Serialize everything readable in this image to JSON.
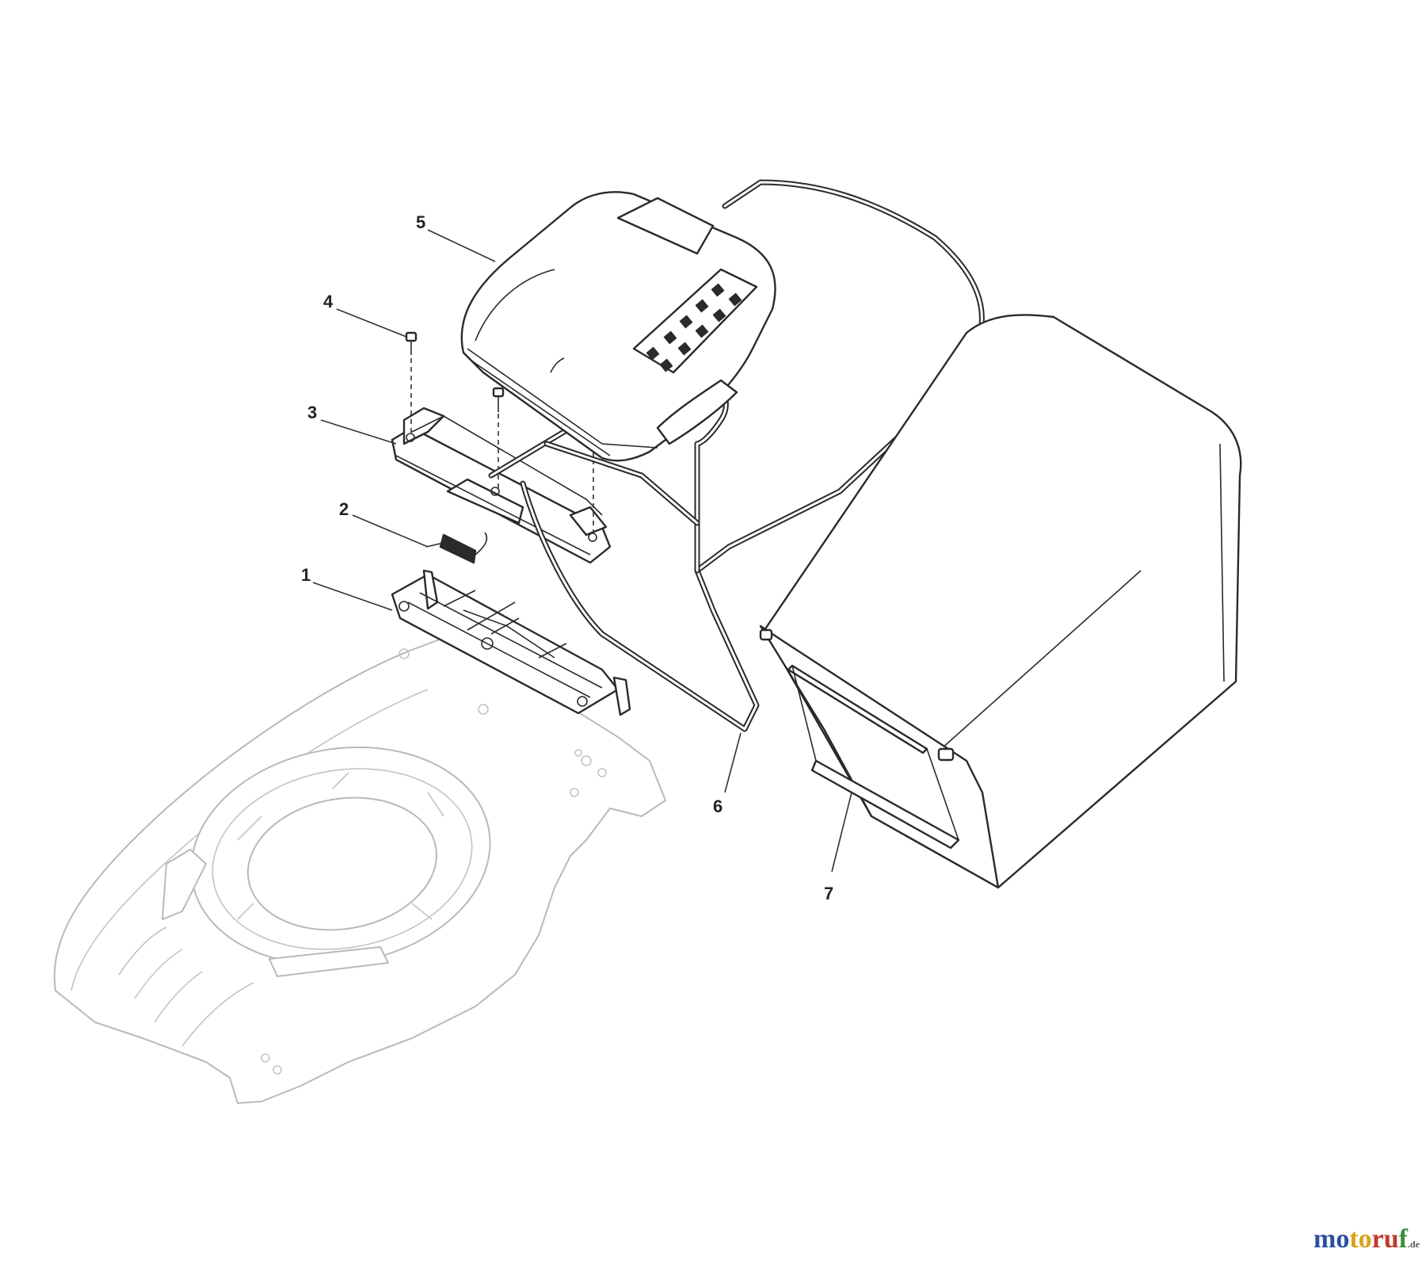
{
  "callouts": {
    "c1": "1",
    "c2": "2",
    "c3": "3",
    "c4": "4",
    "c5": "5",
    "c6": "6",
    "c7": "7"
  },
  "watermark": {
    "part1": "mo",
    "part2": "to",
    "part3": "ru",
    "part4": "f",
    "tld": ".de"
  },
  "colors": {
    "line": "#2a2a2a",
    "deck_line": "#b9b9b9",
    "watermark_blue": "#2c4f9e",
    "watermark_yellow": "#d9a21b",
    "watermark_red": "#c0392b",
    "watermark_green": "#3b8d3b"
  }
}
